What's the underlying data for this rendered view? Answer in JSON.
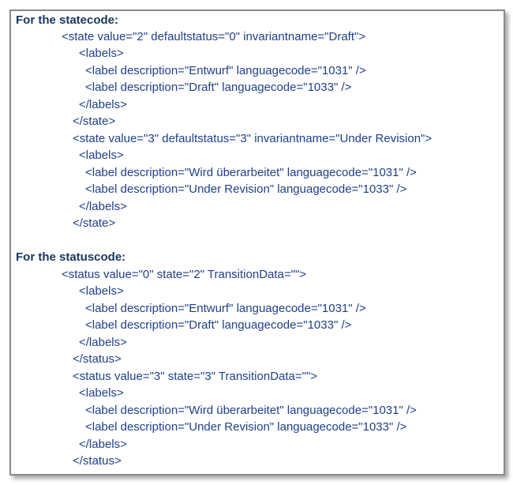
{
  "statecode_section": {
    "heading": "For the statecode:",
    "lines": [
      "<state value=\"2\" defaultstatus=\"0\" invariantname=\"Draft\">",
      "<labels>",
      "<label description=\"Entwurf\" languagecode=\"1031\" />",
      "<label description=\"Draft\" languagecode=\"1033\" />",
      "</labels>",
      "</state>",
      "<state value=\"3\" defaultstatus=\"3\" invariantname=\"Under Revision\">",
      "<labels>",
      "<label description=\"Wird überarbeitet\" languagecode=\"1031\" />",
      "<label description=\"Under Revision\" languagecode=\"1033\" />",
      "</labels>",
      "</state>"
    ]
  },
  "statuscode_section": {
    "heading": "For the statuscode:",
    "lines": [
      "<status value=\"0\" state=\"2\" TransitionData=\"\">",
      "<labels>",
      "<label description=\"Entwurf\" languagecode=\"1031\" />",
      "<label description=\"Draft\" languagecode=\"1033\" />",
      "</labels>",
      "</status>",
      "<status value=\"3\" state=\"3\" TransitionData=\"\">",
      "<labels>",
      "<label description=\"Wird überarbeitet\" languagecode=\"1031\" />",
      "<label description=\"Under Revision\" languagecode=\"1033\" />",
      "</labels>",
      "</status>"
    ]
  }
}
